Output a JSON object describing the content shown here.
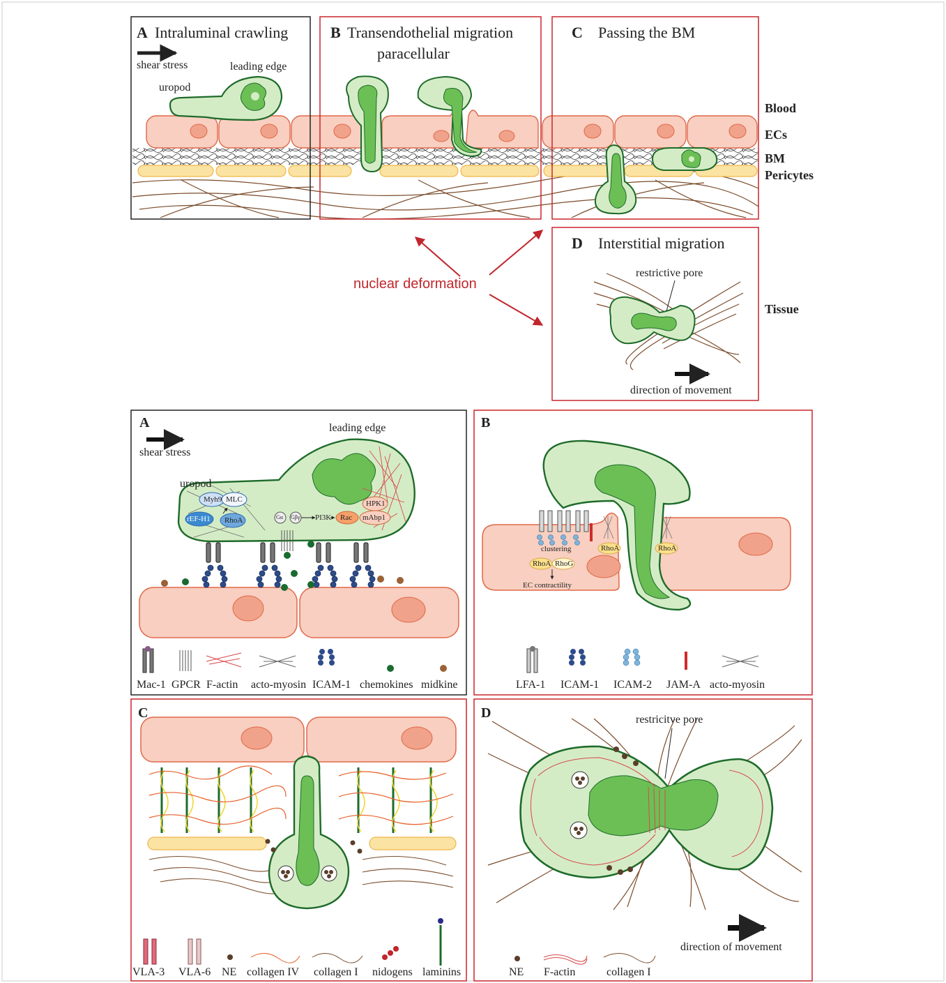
{
  "top": {
    "panel_a": {
      "letter": "A",
      "title": "Intraluminal crawling",
      "shear": "shear stress",
      "leading": "leading edge",
      "uropod": "uropod"
    },
    "panel_b": {
      "letter": "B",
      "title": "Transendothelial migration",
      "sub": "paracellular"
    },
    "panel_c": {
      "letter": "C",
      "title": "Passing the BM"
    },
    "panel_d": {
      "letter": "D",
      "title": "Interstitial migration",
      "pore": "restrictive pore",
      "direction": "direction of movement"
    },
    "side_labels": [
      "Blood",
      "ECs",
      "BM",
      "Pericytes",
      "Tissue"
    ],
    "nuclear": "nuclear deformation"
  },
  "detail": {
    "a": {
      "letter": "A",
      "shear": "shear stress",
      "leading": "leading edge",
      "uropod": "uropod",
      "molecules": [
        "Myh9",
        "MLC",
        "rEF-H1",
        "RhoA",
        "Gα",
        "Gβγ",
        "PI3K",
        "Rac",
        "HPK1",
        "mAbp1"
      ],
      "legend": [
        "Mac-1",
        "GPCR",
        "F-actin",
        "acto-myosin",
        "ICAM-1",
        "chemokines",
        "midkine"
      ]
    },
    "b": {
      "letter": "B",
      "labels": [
        "clustering",
        "RhoA",
        "RhoG",
        "EC contractility",
        "RhoA",
        "RhoA"
      ],
      "legend": [
        "LFA-1",
        "ICAM-1",
        "ICAM-2",
        "JAM-A",
        "acto-myosin"
      ]
    },
    "c": {
      "letter": "C",
      "legend": [
        "VLA-3",
        "VLA-6",
        "NE",
        "collagen IV",
        "collagen I",
        "nidogens",
        "laminins"
      ]
    },
    "d": {
      "letter": "D",
      "pore": "restricitve pore",
      "direction": "direction of movement",
      "legend": [
        "NE",
        "F-actin",
        "collagen I"
      ]
    }
  },
  "colors": {
    "ec_fill": "#f8cfc0",
    "ec_stroke": "#e0684a",
    "nucleus": "#f0a38a",
    "cell_fill": "#d4ecc6",
    "cell_stroke": "#1e6b2a",
    "nucleus_green": "#6cbf55",
    "pericyte": "#fbe3a3",
    "collagen": "#7a4b2a",
    "red_box": "#c8262c",
    "arrow_red": "#c0262c"
  }
}
